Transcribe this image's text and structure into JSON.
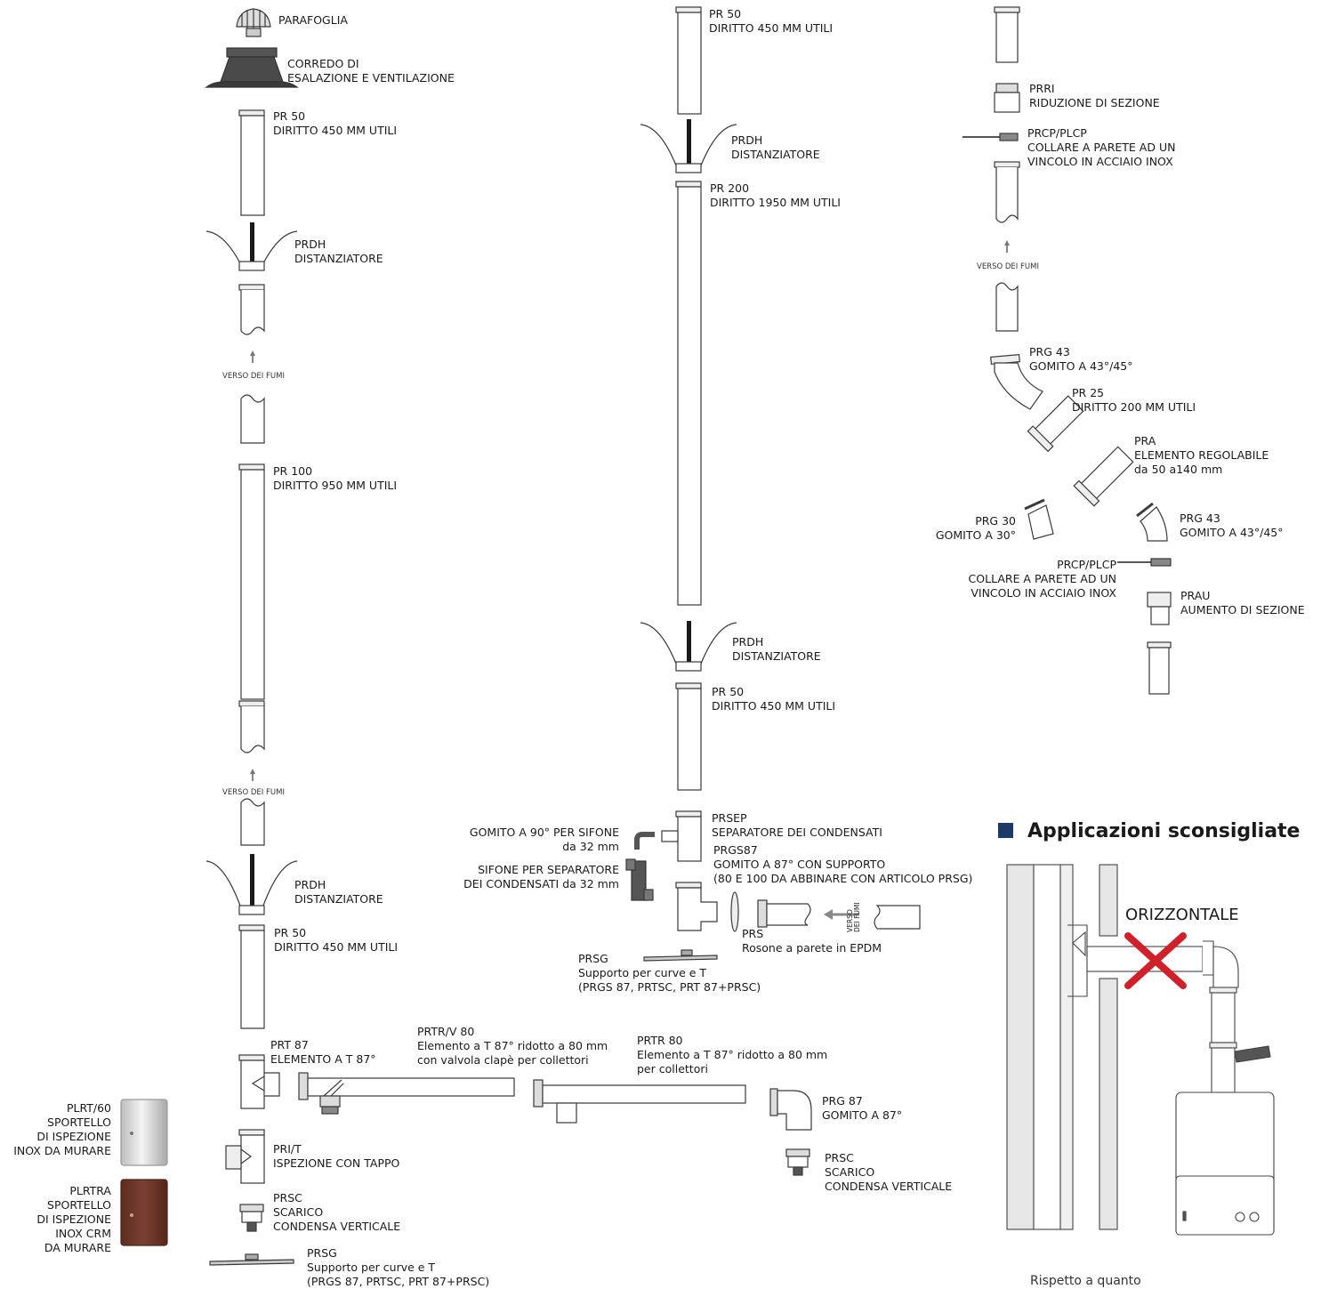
{
  "column1": {
    "parafoglia": "PARAFOGLIA",
    "corredo": [
      "CORREDO DI",
      "ESALAZIONE E VENTILAZIONE"
    ],
    "pr50_top": [
      "PR 50",
      "DIRITTO 450 MM UTILI"
    ],
    "prdh_1": [
      "PRDH",
      "DISTANZIATORE"
    ],
    "verso_1": "VERSO DEI FUMI",
    "pr100": [
      "PR 100",
      "DIRITTO 950 MM UTILI"
    ],
    "verso_2": "VERSO DEI FUMI",
    "prdh_2": [
      "PRDH",
      "DISTANZIATORE"
    ],
    "pr50_bottom": [
      "PR 50",
      "DIRITTO 450 MM UTILI"
    ],
    "prt87": [
      "PRT 87",
      "ELEMENTO A T 87°"
    ],
    "prit": [
      "PRI/T",
      "ISPEZIONE CON TAPPO"
    ],
    "prsc": [
      "PRSC",
      "SCARICO",
      "CONDENSA VERTICALE"
    ],
    "prsg": [
      "PRSG",
      "Supporto per curve e T",
      "(PRGS 87, PRTSC, PRT 87+PRSC)"
    ],
    "plrt60": [
      "PLRT/60",
      "SPORTELLO",
      "DI ISPEZIONE",
      "INOX DA MURARE"
    ],
    "plrtra": [
      "PLRTRA",
      "SPORTELLO",
      "DI ISPEZIONE",
      "INOX CRM",
      "DA MURARE"
    ]
  },
  "column2": {
    "pr50_top": [
      "PR 50",
      "DIRITTO 450 MM UTILI"
    ],
    "prdh_1": [
      "PRDH",
      "DISTANZIATORE"
    ],
    "pr200": [
      "PR 200",
      "DIRITTO 1950 MM UTILI"
    ],
    "prdh_2": [
      "PRDH",
      "DISTANZIATORE"
    ],
    "pr50_mid": [
      "PR 50",
      "DIRITTO 450 MM UTILI"
    ],
    "prsep": [
      "PRSEP",
      "SEPARATORE DEI CONDENSATI"
    ],
    "gomito90": [
      "GOMITO A 90° PER SIFONE",
      "da 32 mm"
    ],
    "prgs87": [
      "PRGS87",
      "GOMITO A 87° CON SUPPORTO",
      "(80 E 100 DA ABBINARE CON ARTICOLO PRSG)"
    ],
    "sifone": [
      "SIFONE PER SEPARATORE",
      "DEI CONDENSATI da 32 mm"
    ],
    "verso_vert": [
      "VERSO",
      "DEI FUMI"
    ],
    "prs": [
      "PRS",
      "Rosone a parete in EPDM"
    ],
    "prsg": [
      "PRSG",
      "Supporto per curve e T",
      "(PRGS 87, PRTSC, PRT 87+PRSC)"
    ],
    "prtrv80": [
      "PRTR/V 80",
      "Elemento a T 87° ridotto a 80 mm",
      "con valvola clapè per collettori"
    ],
    "prtr80": [
      "PRTR 80",
      "Elemento a T 87° ridotto a 80 mm",
      "per collettori"
    ],
    "prg87": [
      "PRG 87",
      "GOMITO A 87°"
    ],
    "prsc": [
      "PRSC",
      "SCARICO",
      "CONDENSA VERTICALE"
    ]
  },
  "column3": {
    "prri": [
      "PRRI",
      "RIDUZIONE DI SEZIONE"
    ],
    "prcp_1": [
      "PRCP/PLCP",
      "COLLARE A PARETE AD UN",
      "VINCOLO IN ACCIAIO INOX"
    ],
    "verso": "VERSO DEI FUMI",
    "prg43_1": [
      "PRG 43",
      "GOMITO A 43°/45°"
    ],
    "pr25": [
      "PR 25",
      "DIRITTO 200 MM UTILI"
    ],
    "pra": [
      "PRA",
      "ELEMENTO REGOLABILE",
      "da 50 a140 mm"
    ],
    "prg30": [
      "PRG 30",
      "GOMITO A 30°"
    ],
    "prg43_2": [
      "PRG 43",
      "GOMITO A 43°/45°"
    ],
    "prcp_2": [
      "PRCP/PLCP",
      "COLLARE A PARETE AD UN",
      "VINCOLO IN ACCIAIO INOX"
    ],
    "prau": [
      "PRAU",
      "AUMENTO DI SEZIONE"
    ]
  },
  "sconsigliate": {
    "title": "Applicazioni sconsigliate",
    "orizzontale": "ORIZZONTALE",
    "footer": "Rispetto a quanto"
  },
  "colors": {
    "line": "#3a3a3a",
    "accent": "#1b3a6b",
    "cross": "#d0202a",
    "brown": "#6a3528"
  }
}
